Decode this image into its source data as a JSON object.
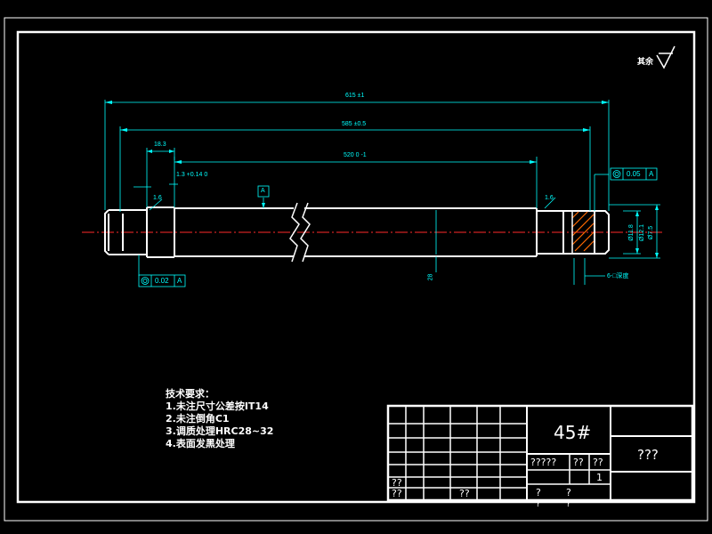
{
  "dimensions": {
    "overall_length": "615 ±1",
    "inner_length": "585 ±0.5",
    "middle_length": "520 0 -1",
    "left_step": "18.3",
    "left_tol": "1.3 +0.14 0",
    "left_chamfer": "1.6",
    "right_chamfer": "1.6",
    "right_diameter_a": "Ø11.8",
    "right_diameter_b": "Ø12.1",
    "right_diameter_c": "Ø7.5",
    "dia_mid": "28",
    "spline_note": "6-□深度"
  },
  "datum": {
    "label": "A"
  },
  "gdt": {
    "left": {
      "tolerance": "0.02",
      "datum": "A"
    },
    "right": {
      "tolerance": "0.05",
      "datum": "A"
    }
  },
  "roughness": {
    "label": "其余"
  },
  "tech_requirements": {
    "title": "技术要求：",
    "items": [
      "1.未注尺寸公差按IT14",
      "2.未注倒角C1",
      "3.调质处理HRC28~32",
      "4.表面发黑处理"
    ]
  },
  "title_block": {
    "material": "45#",
    "drawing_name": "???",
    "cells": [
      "?????",
      "??",
      "??",
      "1",
      "??",
      "??",
      "??",
      "?",
      "?",
      "?",
      "?"
    ]
  }
}
